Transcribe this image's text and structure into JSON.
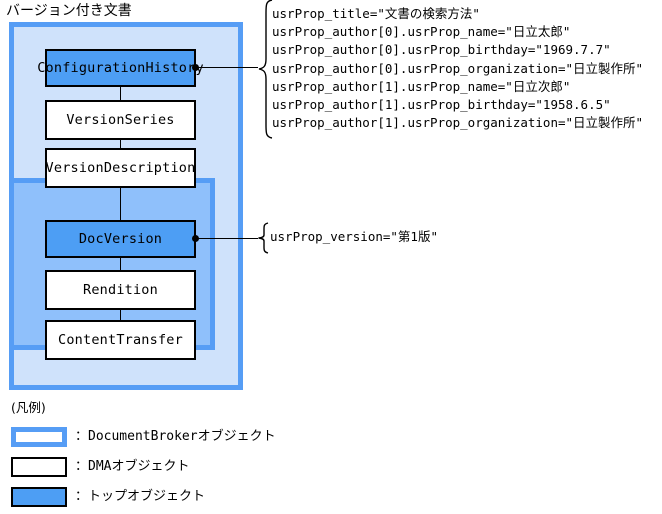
{
  "diagram": {
    "title": "バージョン付き文書",
    "outer_container_name": "DocumentBroker container",
    "inner_container_name": "DocumentBroker container",
    "boxes": [
      {
        "label": "ConfigurationHistory",
        "kind": "top-object"
      },
      {
        "label": "VersionSeries",
        "kind": "dma-object"
      },
      {
        "label": "VersionDescription",
        "kind": "dma-object"
      },
      {
        "label": "DocVersion",
        "kind": "top-object"
      },
      {
        "label": "Rendition",
        "kind": "dma-object"
      },
      {
        "label": "ContentTransfer",
        "kind": "dma-object"
      }
    ]
  },
  "annotations": {
    "configuration_history": "usrProp_title=\"文書の検索方法\"\nusrProp_author[0].usrProp_name=\"日立太郎\"\nusrProp_author[0].usrProp_birthday=\"1969.7.7\"\nusrProp_author[0].usrProp_organization=\"日立製作所\"\nusrProp_author[1].usrProp_name=\"日立次郎\"\nusrProp_author[1].usrProp_birthday=\"1958.6.5\"\nusrProp_author[1].usrProp_organization=\"日立製作所\"",
    "doc_version": "usrProp_version=\"第1版\""
  },
  "legend": {
    "title": "(凡例)",
    "items": [
      {
        "label": "：DocumentBrokerオブジェクト",
        "swatch": "broker"
      },
      {
        "label": "：DMAオブジェクト",
        "swatch": "dma"
      },
      {
        "label": "：トップオブジェクト",
        "swatch": "top"
      }
    ]
  },
  "colors": {
    "container_border": "#569df5",
    "outer_fill": "#cfe2fb",
    "inner_fill": "#8fc0fb",
    "top_object_fill": "#4d9ef4",
    "dma_object_fill": "#ffffff",
    "stroke": "#000000"
  }
}
